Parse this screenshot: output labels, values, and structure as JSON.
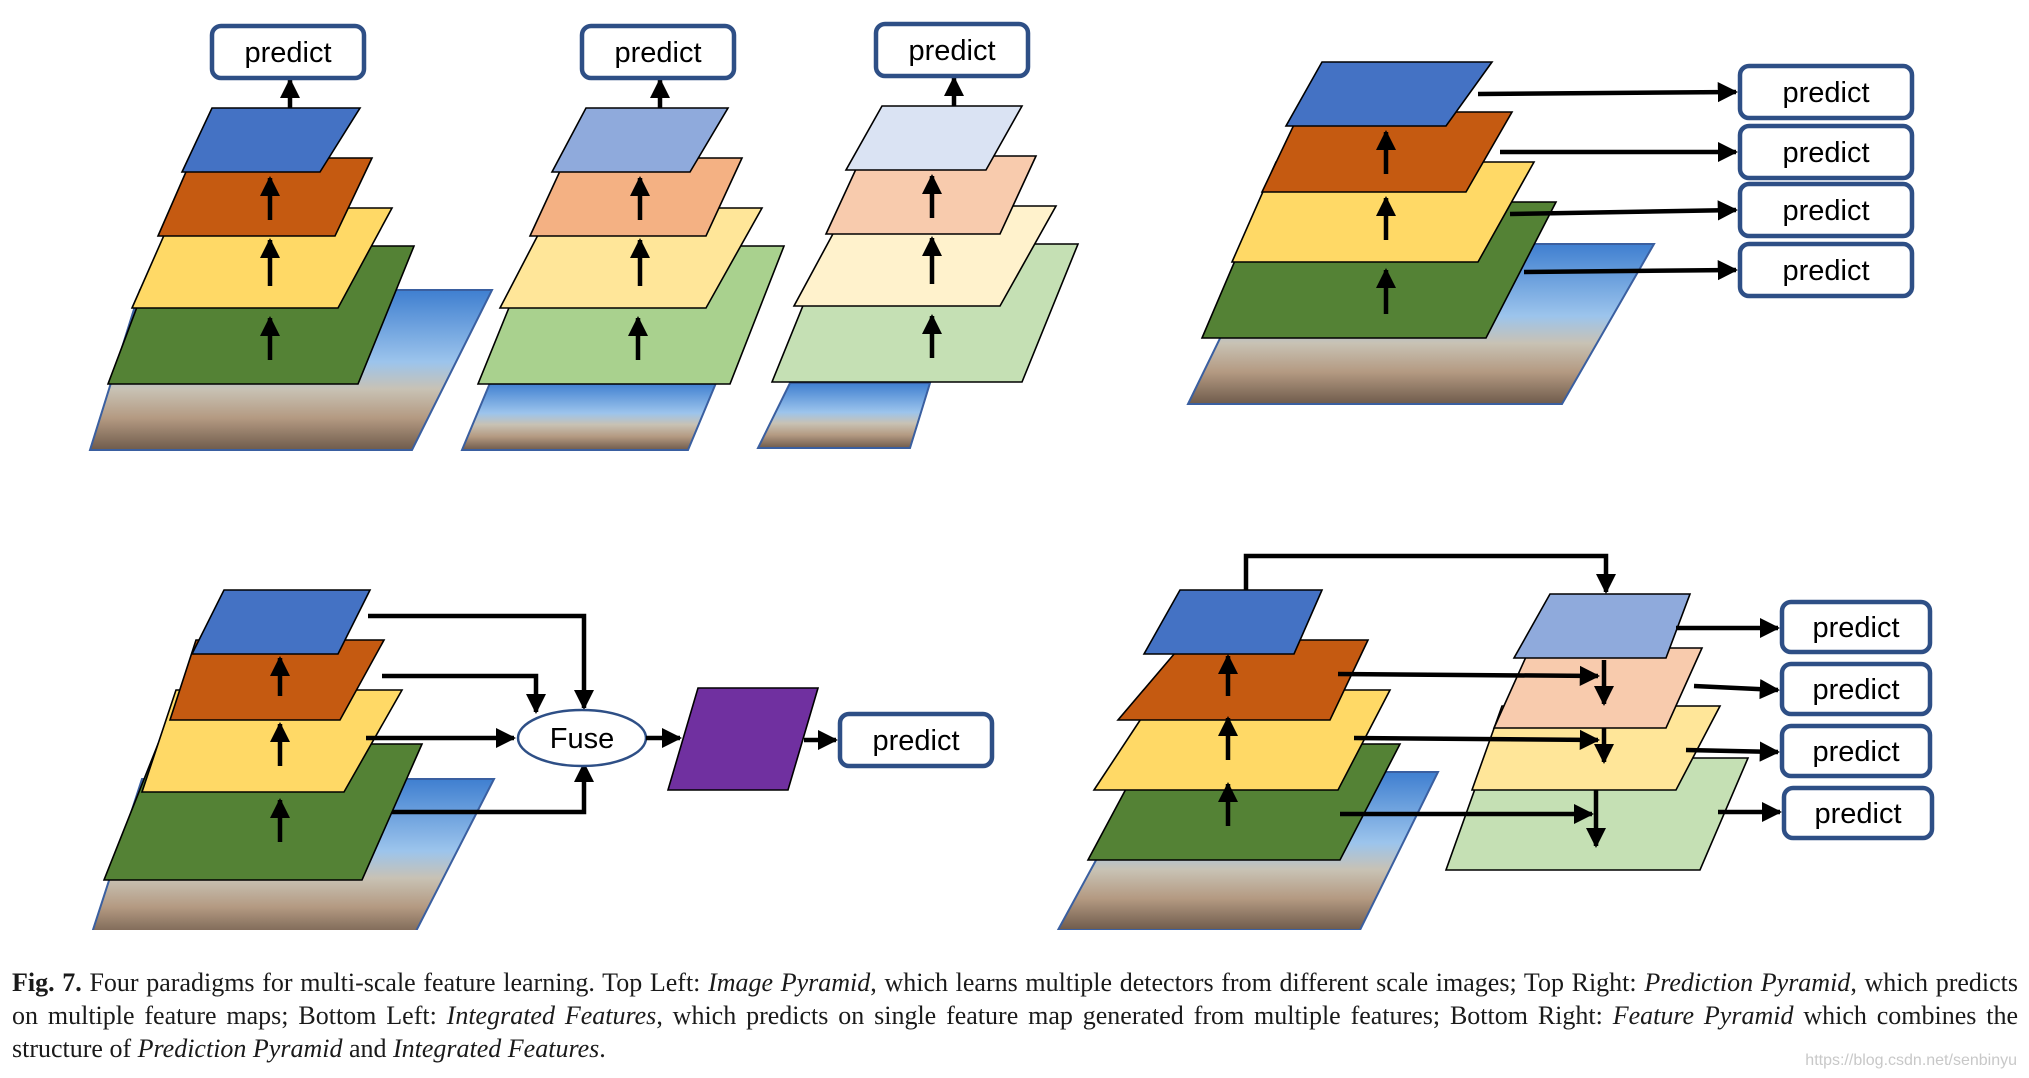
{
  "figure": {
    "predict_label": "predict",
    "fuse_label": "Fuse"
  },
  "colors": {
    "blue": "#4472C4",
    "orange": "#C55A11",
    "yellow": "#FFD966",
    "green": "#548235",
    "light_blue": "#8FAADC",
    "light_orange": "#F4B183",
    "light_yellow": "#FFE699",
    "light_green": "#A9D18E",
    "pale_blue": "#DAE3F3",
    "pale_orange": "#F8CBAD",
    "pale_yellow": "#FFF2CC",
    "pale_green": "#C5E0B4",
    "purple": "#7030A0",
    "box_border": "#2E4F86"
  },
  "caption": {
    "fig_label": "Fig. 7.",
    "t1": " Four paradigms for multi-scale feature learning. Top Left: ",
    "i1": "Image Pyramid",
    "t2": ", which learns multiple detectors from different scale images; Top Right: ",
    "i2": "Prediction Pyramid",
    "t3": ", which predicts on multiple feature maps; Bottom Left: ",
    "i3": "Integrated Features",
    "t4": ", which predicts on single feature map generated from multiple features; Bottom Right: ",
    "i4": "Feature Pyramid",
    "t5": " which combines the structure of ",
    "i5": "Prediction Pyramid",
    "t6": " and ",
    "i6": "Integrated Features",
    "t7": "."
  },
  "watermark": "https://blog.csdn.net/senbinyu"
}
